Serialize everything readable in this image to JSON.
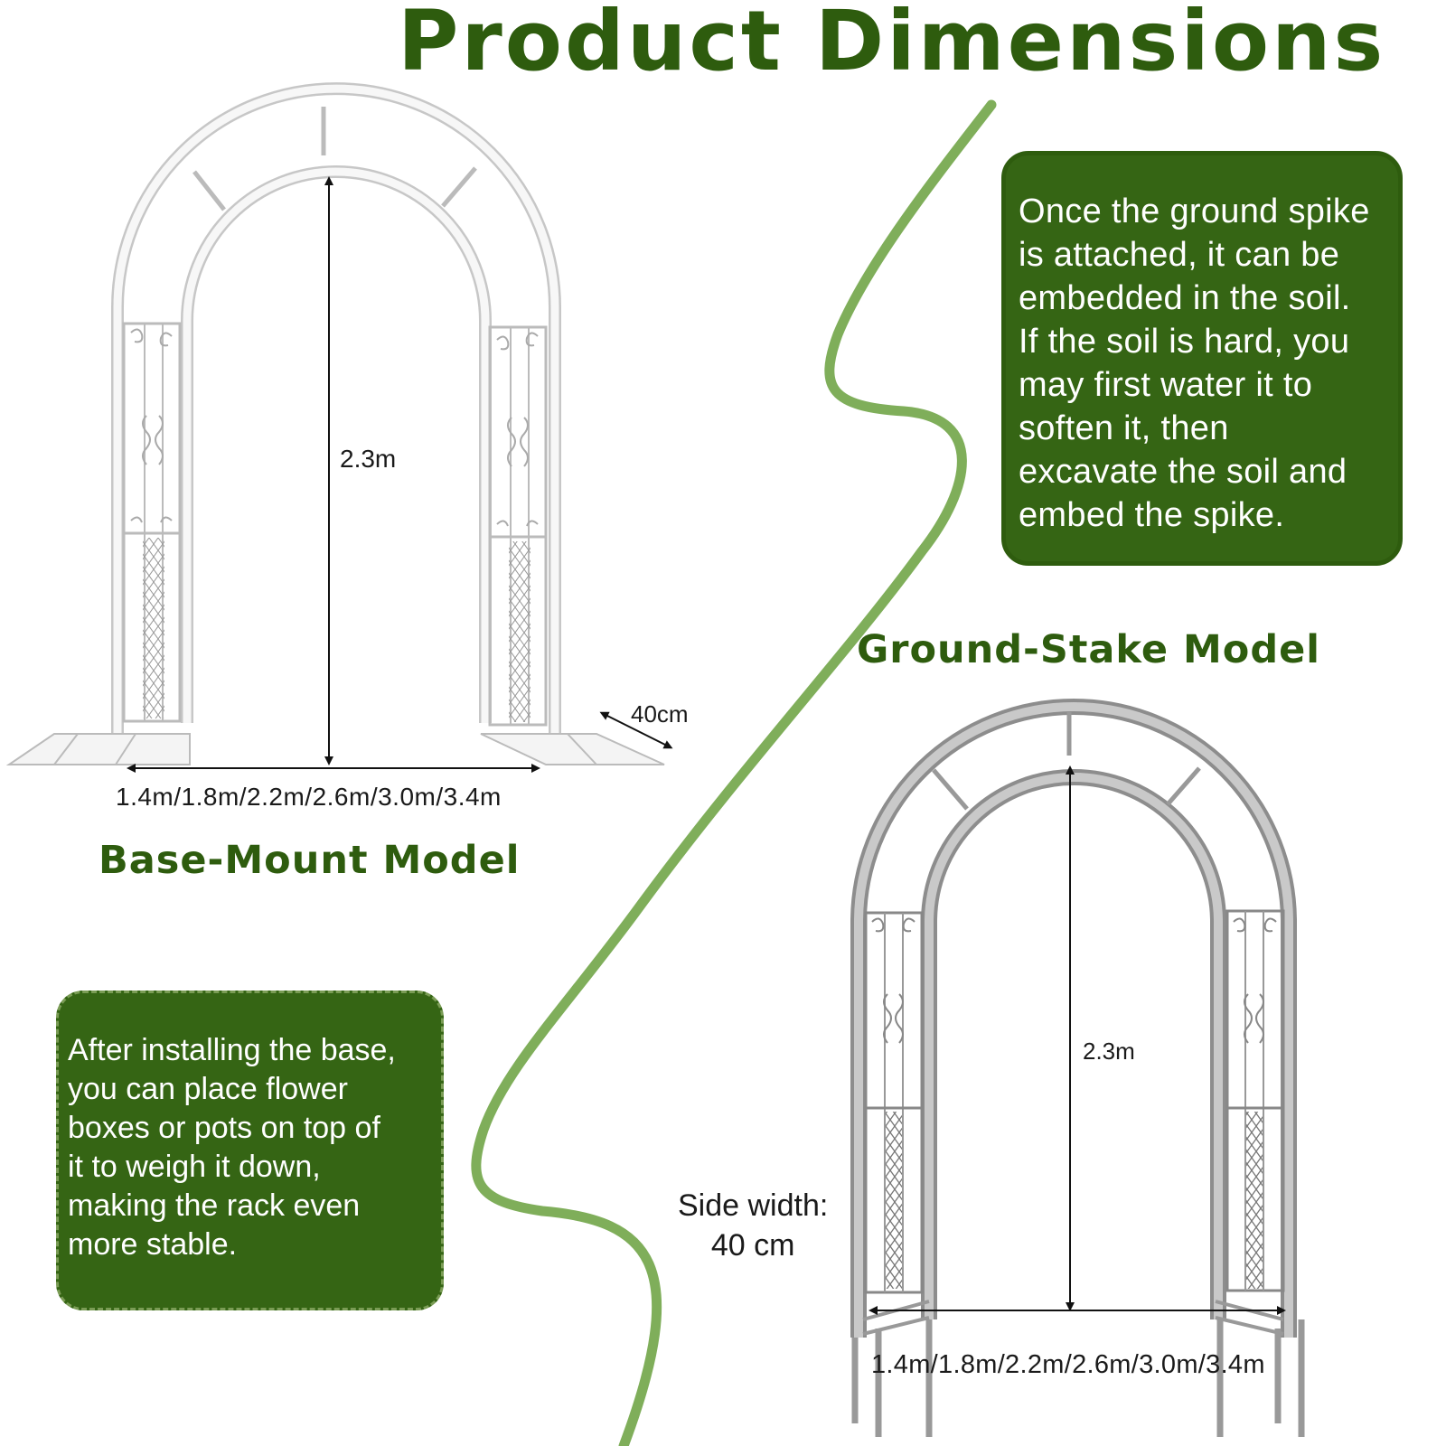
{
  "title": "Product Dimensions",
  "base_mount": {
    "label": "Base-Mount Model",
    "height": "2.3m",
    "depth": "40cm",
    "widths": "1.4m/1.8m/2.2m/2.6m/3.0m/3.4m",
    "note": "After installing the base,\nyou can place flower\nboxes or pots on top of\nit to weigh it down,\nmaking the rack even\nmore stable."
  },
  "ground_stake": {
    "label": "Ground-Stake Model",
    "height": "2.3m",
    "side_width": "Side width:\n40 cm",
    "widths": "1.4m/1.8m/2.2m/2.6m/3.0m/3.4m",
    "note": "Once the ground spike\n is attached, it can be\nembedded in the soil.\nIf the soil is hard, you\nmay first water it to\nsoften it, then\nexcavate the soil and\nembed the spike."
  },
  "colors": {
    "title_green": "#2e5c0e",
    "note_green": "#356514",
    "curve_green": "#7fae5a",
    "white_arch": "#f7f7f7",
    "silver_arch": "#b8b8b8"
  }
}
